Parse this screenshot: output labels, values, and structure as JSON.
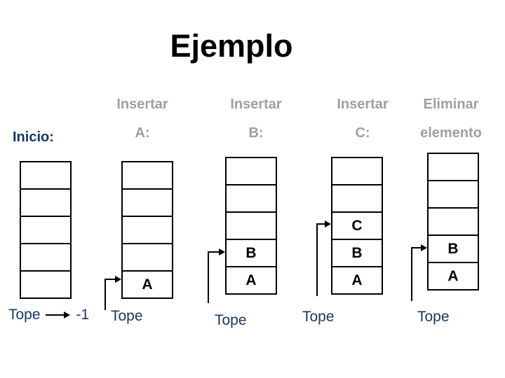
{
  "slide": {
    "title": "Ejemplo",
    "inicio_label": "Inicio:",
    "colors": {
      "title": "#000000",
      "header_gray": "#a0a0a0",
      "navy_blue": "#17375e",
      "stack_border": "#000000",
      "arrow": "#000000",
      "background": "#ffffff"
    },
    "columns": [
      {
        "line1": "Insertar",
        "line2": "A:"
      },
      {
        "line1": "Insertar",
        "line2": "B:"
      },
      {
        "line1": "Insertar",
        "line2": "C:"
      },
      {
        "line1": "Eliminar",
        "line2": "elemento"
      }
    ],
    "stacks": [
      {
        "id": "inicio",
        "cells": [
          "",
          "",
          "",
          "",
          ""
        ],
        "tope_label": "Tope",
        "tope_value": "-1"
      },
      {
        "id": "insertar-a",
        "cells": [
          "",
          "",
          "",
          "",
          "A"
        ],
        "tope_label": "Tope"
      },
      {
        "id": "insertar-b",
        "cells": [
          "",
          "",
          "",
          "B",
          "A"
        ],
        "tope_label": "Tope"
      },
      {
        "id": "insertar-c",
        "cells": [
          "",
          "",
          "C",
          "B",
          "A"
        ],
        "tope_label": "Tope"
      },
      {
        "id": "eliminar",
        "cells": [
          "",
          "",
          "",
          "B",
          "A"
        ],
        "tope_label": "Tope"
      }
    ]
  }
}
